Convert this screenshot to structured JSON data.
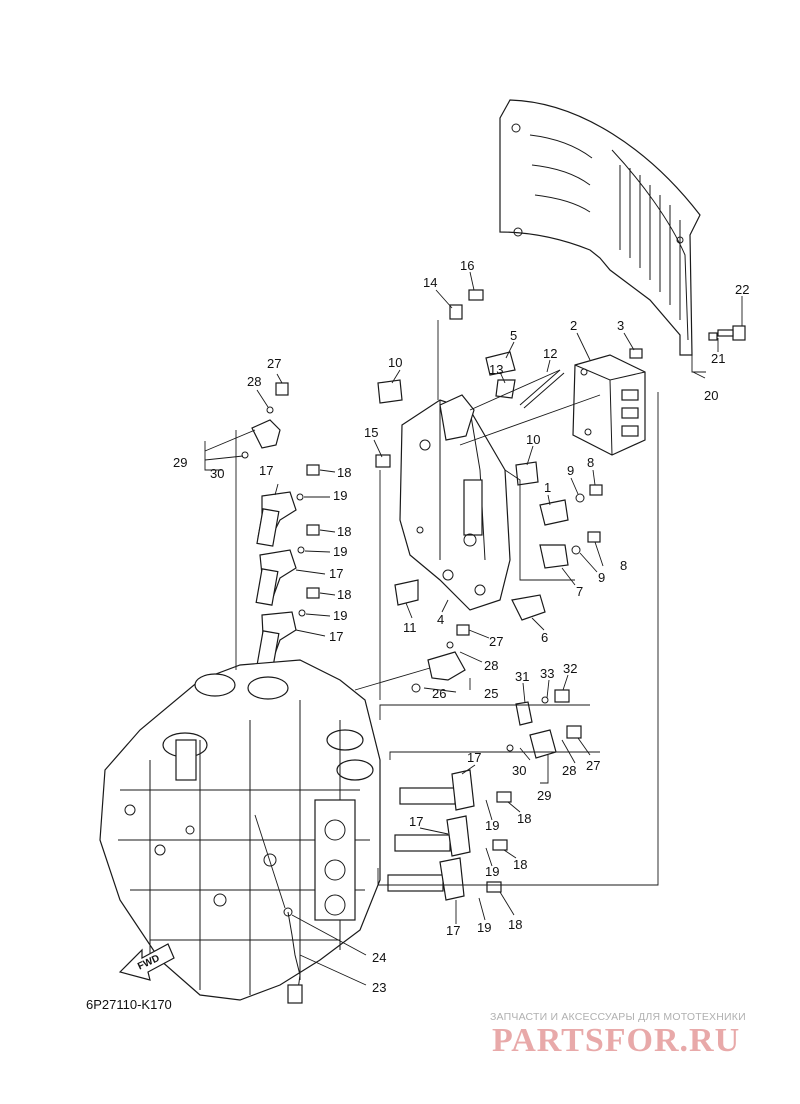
{
  "diagram": {
    "code": "6P27110-K170",
    "direction_label": "FWD",
    "watermark": {
      "tagline": "ЗАПЧАСТИ И АКСЕССУАРЫ ДЛЯ МОТОТЕХНИКИ",
      "brand": "PARTSFOR.RU"
    },
    "callouts": {
      "c1": "1",
      "c2": "2",
      "c3": "3",
      "c4": "4",
      "c5": "5",
      "c6": "6",
      "c7": "7",
      "c8a": "8",
      "c8b": "8",
      "c9a": "9",
      "c9b": "9",
      "c10a": "10",
      "c10b": "10",
      "c11": "11",
      "c12": "12",
      "c13": "13",
      "c14": "14",
      "c15": "15",
      "c16": "16",
      "c17a": "17",
      "c17b": "17",
      "c17c": "17",
      "c17d": "17",
      "c17e": "17",
      "c17f": "17",
      "c18a": "18",
      "c18b": "18",
      "c18c": "18",
      "c18d": "18",
      "c18e": "18",
      "c18f": "18",
      "c19a": "19",
      "c19b": "19",
      "c19c": "19",
      "c19d": "19",
      "c19e": "19",
      "c19f": "19",
      "c20": "20",
      "c21": "21",
      "c22": "22",
      "c23": "23",
      "c24": "24",
      "c25": "25",
      "c26": "26",
      "c27a": "27",
      "c27b": "27",
      "c27c": "27",
      "c28a": "28",
      "c28b": "28",
      "c28c": "28",
      "c29a": "29",
      "c29b": "29",
      "c30a": "30",
      "c30b": "30",
      "c31": "31",
      "c32": "32",
      "c33": "33"
    }
  }
}
